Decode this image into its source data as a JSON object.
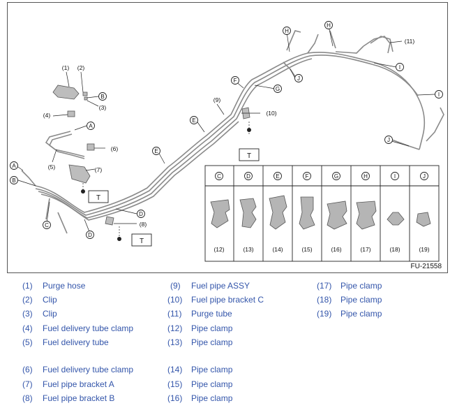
{
  "figure_code": "FU-21558",
  "callouts": {
    "n1": "(1)",
    "n2": "(2)",
    "n3": "(3)",
    "n4": "(4)",
    "n5": "(5)",
    "n6": "(6)",
    "n7": "(7)",
    "n8": "(8)",
    "n9": "(9)",
    "n10": "(10)",
    "n11": "(11)",
    "n12": "(12)",
    "n13": "(13)",
    "n14": "(14)",
    "n15": "(15)",
    "n16": "(16)",
    "n17": "(17)",
    "n18": "(18)",
    "n19": "(19)"
  },
  "letters": {
    "A": "A",
    "B": "B",
    "C": "C",
    "D": "D",
    "E": "E",
    "F": "F",
    "G": "G",
    "H": "H",
    "I": "I",
    "J": "J"
  },
  "torque_label": "T",
  "table_headers": [
    "C",
    "D",
    "E",
    "F",
    "G",
    "H",
    "I",
    "J"
  ],
  "legend": [
    {
      "num": "(1)",
      "text": "Purge hose"
    },
    {
      "num": "(2)",
      "text": "Clip"
    },
    {
      "num": "(3)",
      "text": "Clip"
    },
    {
      "num": "(4)",
      "text": "Fuel delivery tube clamp"
    },
    {
      "num": "(5)",
      "text": "Fuel delivery tube"
    },
    {
      "num": "(6)",
      "text": "Fuel delivery tube clamp"
    },
    {
      "num": "(7)",
      "text": "Fuel pipe bracket A"
    },
    {
      "num": "(8)",
      "text": "Fuel pipe bracket B"
    },
    {
      "num": "(9)",
      "text": "Fuel pipe ASSY"
    },
    {
      "num": "(10)",
      "text": "Fuel pipe bracket C"
    },
    {
      "num": "(11)",
      "text": "Purge tube"
    },
    {
      "num": "(12)",
      "text": "Pipe clamp"
    },
    {
      "num": "(13)",
      "text": "Pipe clamp"
    },
    {
      "num": "(14)",
      "text": "Pipe clamp"
    },
    {
      "num": "(15)",
      "text": "Pipe clamp"
    },
    {
      "num": "(16)",
      "text": "Pipe clamp"
    },
    {
      "num": "(17)",
      "text": "Pipe clamp"
    },
    {
      "num": "(18)",
      "text": "Pipe clamp"
    },
    {
      "num": "(19)",
      "text": "Pipe clamp"
    }
  ]
}
